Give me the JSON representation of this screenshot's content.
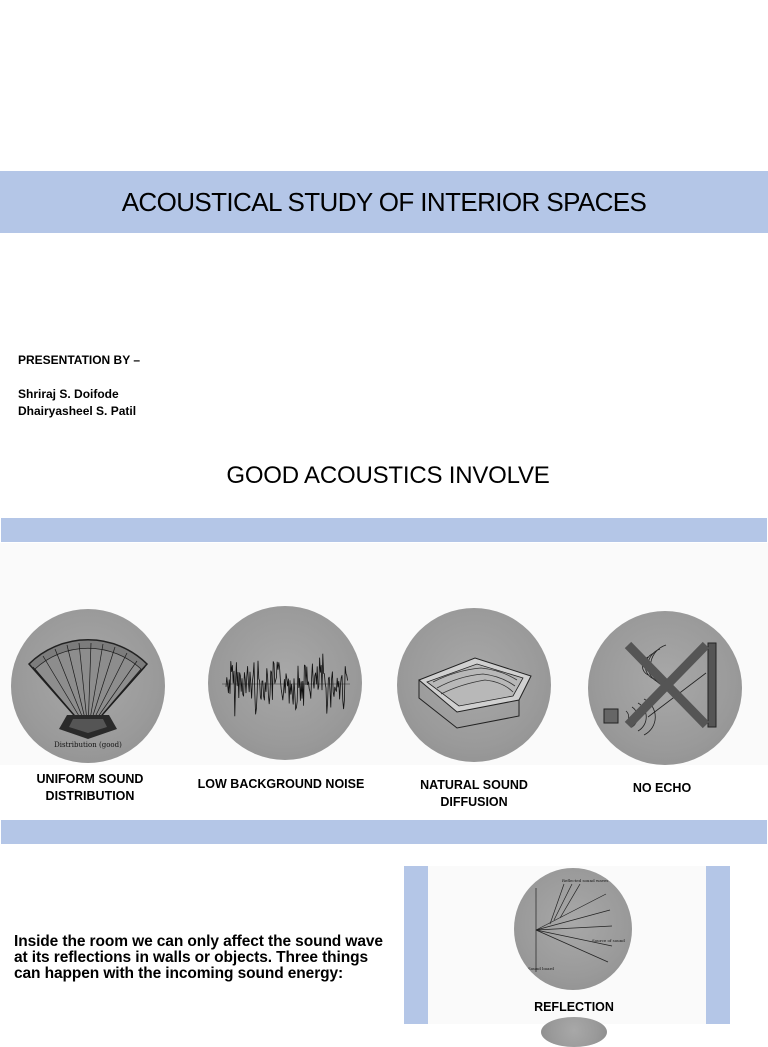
{
  "title": "ACOUSTICAL STUDY OF INTERIOR SPACES",
  "presenters": {
    "heading": "PRESENTATION BY –",
    "names": [
      "Shriraj S. Doifode",
      "Dhairyasheel S. Patil"
    ]
  },
  "section_heading": "GOOD ACOUSTICS INVOLVE",
  "features": [
    {
      "icon": "sound-distribution-diagram-icon",
      "label": "UNIFORM SOUND DISTRIBUTION",
      "image_caption": "Distribution (good)"
    },
    {
      "icon": "noise-waveform-icon",
      "label": "LOW BACKGROUND NOISE"
    },
    {
      "icon": "sound-diffusion-surface-icon",
      "label": "NATURAL SOUND DIFFUSION"
    },
    {
      "icon": "no-echo-crossed-icon",
      "label": "NO ECHO"
    }
  ],
  "body_text": "Inside the room we can only affect the sound wave at its reflections in walls or objects. Three things can happen with the incoming sound energy:",
  "reflection": {
    "label": "REFLECTION",
    "diagram_labels": [
      "Reflected sound waves",
      "Source of sound",
      "Sound board"
    ]
  },
  "colors": {
    "band": "#b4c6e7",
    "circle": "#9a9a9a",
    "panel": "#fafafa"
  }
}
